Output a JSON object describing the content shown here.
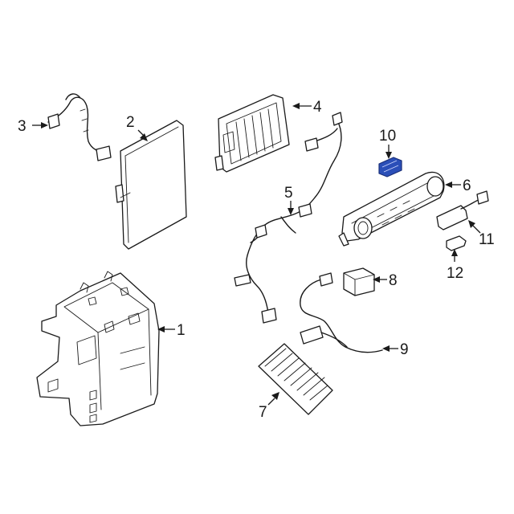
{
  "diagram": {
    "callouts": [
      "1",
      "2",
      "3",
      "4",
      "5",
      "6",
      "7",
      "8",
      "9",
      "10",
      "11",
      "12"
    ],
    "highlight_color": "#2b4fb8",
    "line_color": "#1a1a1a",
    "background_color": "#ffffff",
    "highlighted_part": "10"
  }
}
